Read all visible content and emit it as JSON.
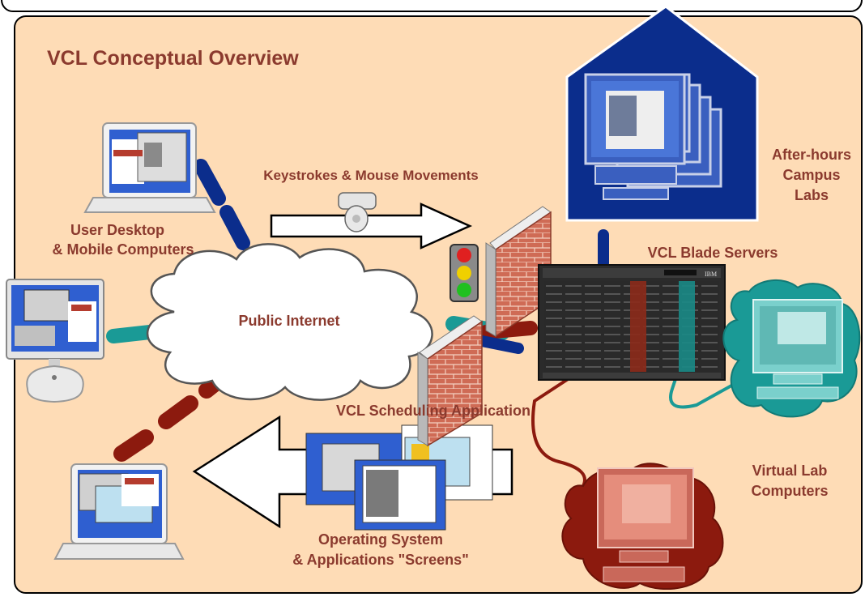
{
  "title": "VCL Conceptual Overview",
  "labels": {
    "keystrokes": "Keystrokes & Mouse Movements",
    "user_desktop": "User Desktop",
    "mobile_computers": "& Mobile Computers",
    "public_internet": "Public Internet",
    "after_hours_1": "After-hours",
    "after_hours_2": "Campus",
    "after_hours_3": "Labs",
    "blade_servers": "VCL Blade Servers",
    "scheduling": "VCL Scheduling Application",
    "virtual_lab_1": "Virtual Lab",
    "virtual_lab_2": "Computers",
    "os_screens_1": "Operating System",
    "os_screens_2": "& Applications \"Screens\"",
    "server_brand": "IBM"
  },
  "colors": {
    "panel_bg": "#fedcb6",
    "text": "#8b3a2e",
    "navy": "#0b2d8c",
    "teal": "#1a9a96",
    "maroon": "#8c1a0e",
    "brick": "#c8604a"
  },
  "icons": [
    "laptop-icon",
    "imac-icon",
    "cloud-icon",
    "firewall-icon",
    "traffic-light-icon",
    "mouse-icon",
    "blade-server-icon",
    "house-icon",
    "monitor-icon",
    "arrow-icon"
  ]
}
